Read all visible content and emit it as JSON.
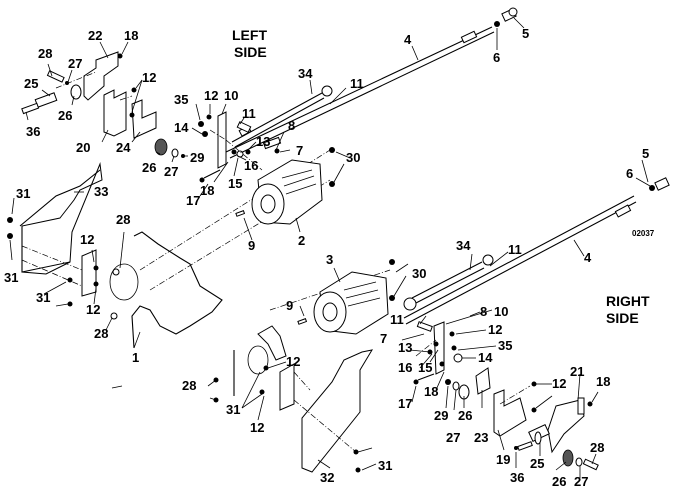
{
  "diagram": {
    "title_left": [
      "LEFT",
      "SIDE"
    ],
    "title_right": [
      "RIGHT",
      "SIDE"
    ],
    "figure_id": "02037",
    "callouts": {
      "left": {
        "c28": "28",
        "c22": "22",
        "c18": "18",
        "c27": "27",
        "c25": "25",
        "c26a": "26",
        "c36": "36",
        "c12a": "12",
        "c20": "20",
        "c24": "24",
        "c26b": "26",
        "c27b": "27",
        "c29": "29",
        "c35": "35",
        "c12b": "12",
        "c10": "10",
        "c14": "14",
        "c11a": "11",
        "c13": "13",
        "c16": "16",
        "c15": "15",
        "c18b": "18",
        "c17": "17",
        "c8": "8",
        "c7": "7",
        "c34": "34",
        "c11b": "11",
        "c4": "4",
        "c6": "6",
        "c5": "5",
        "c30": "30",
        "c2": "2",
        "c9": "9"
      },
      "lower": {
        "c33": "33",
        "c31a": "31",
        "c31b": "31",
        "c31c": "31",
        "c12a": "12",
        "c12b": "12",
        "c28a": "28",
        "c28b": "28",
        "c1": "1",
        "c28c": "28",
        "c31d": "31",
        "c12c": "12",
        "c12d": "12",
        "c32": "32",
        "c31e": "31",
        "c3": "3",
        "c9": "9"
      },
      "right": {
        "c5": "5",
        "c6": "6",
        "c4": "4",
        "c34": "34",
        "c11a": "11",
        "c30": "30",
        "c10": "10",
        "c8": "8",
        "c11b": "11",
        "c7": "7",
        "c13": "13",
        "c12a": "12",
        "c35": "35",
        "c16": "16",
        "c15": "15",
        "c14": "14",
        "c18a": "18",
        "c17": "17",
        "c29": "29",
        "c27a": "27",
        "c26a": "26",
        "c23": "23",
        "c12b": "12",
        "c21": "21",
        "c18b": "18",
        "c19": "19",
        "c36": "36",
        "c25": "25",
        "c26b": "26",
        "c27b": "27",
        "c28": "28"
      }
    }
  }
}
